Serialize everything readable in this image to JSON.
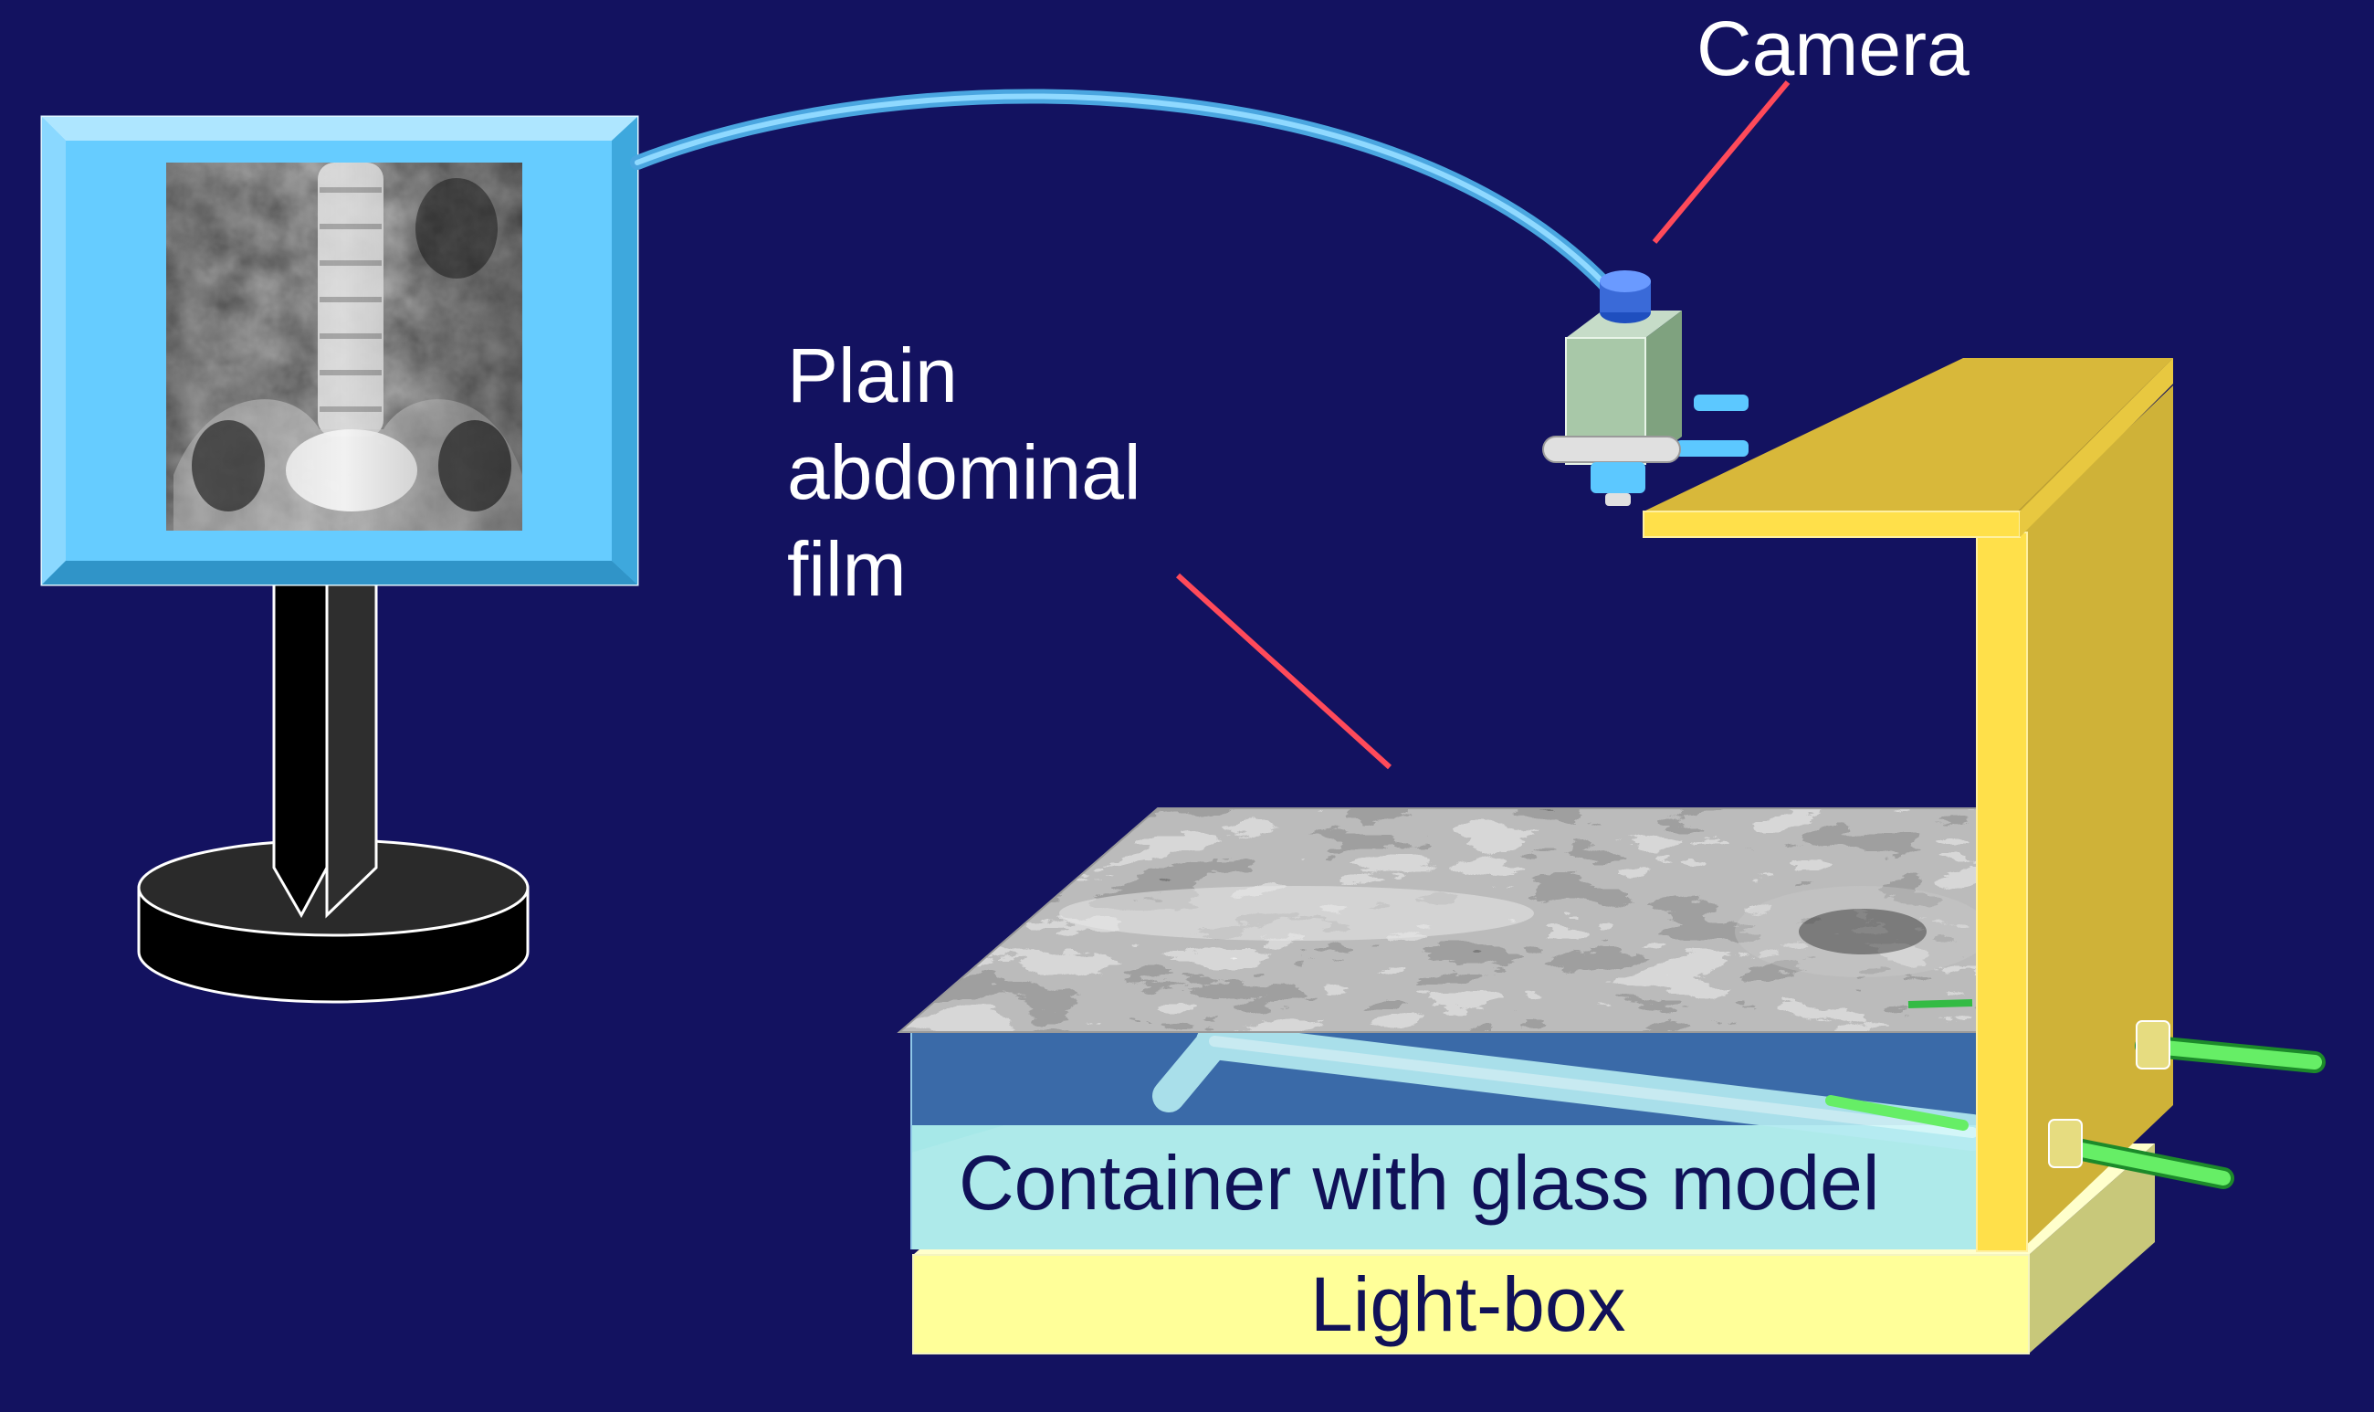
{
  "labels": {
    "camera": "Camera",
    "film_line1": "Plain",
    "film_line2": "abdominal",
    "film_line3": "film",
    "container": "Container with glass model",
    "lightbox": "Light-box"
  },
  "icons": {
    "monitor": "monitor-icon",
    "camera": "camera-icon",
    "lightbox": "lightbox-icon",
    "container": "glass-model-container-icon",
    "film": "xray-film-icon"
  },
  "colors": {
    "background": "#131260",
    "leader_line": "#ff4a5a",
    "cable": "#5cc8ff",
    "monitor_frame": "#66ccff",
    "stand_yellow": "#ffe04a",
    "lightbox": "#ffff99",
    "container_water": "#3a6aa8",
    "container_glass": "#a6e8e8",
    "label_light": "#ffffff",
    "label_dark": "#101158"
  }
}
